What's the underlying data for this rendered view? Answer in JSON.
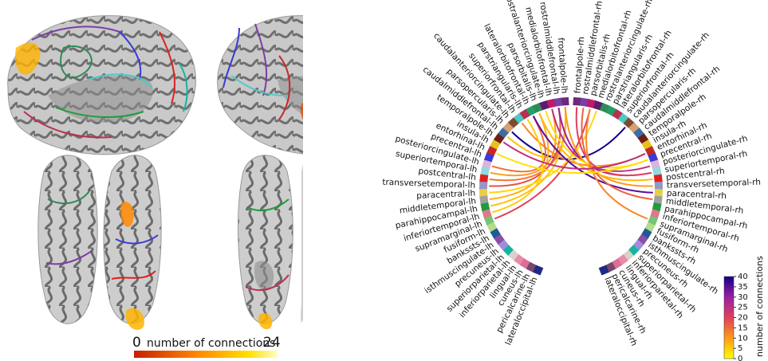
{
  "brain_colorbar": {
    "min_label": "0",
    "title": "number of connections",
    "max_label": "24"
  },
  "chord_colorbar": {
    "title": "number of connections",
    "ticks": [
      "0",
      "5",
      "10",
      "15",
      "20",
      "25",
      "30",
      "35",
      "40"
    ]
  },
  "regions_lh": [
    "frontalpole-lh",
    "rostralmiddlefrontal-lh",
    "medialorbitofrontal-lh",
    "rostralanteriorcingulate-lh",
    "parsorbitalis-lh",
    "lateralorbitofrontal-lh",
    "parstriangularis-lh",
    "superiorfrontal-lh",
    "caudalanteriorcingulate-lh",
    "parsopercularis-lh",
    "caudalmiddlefrontal-lh",
    "temporalpole-lh",
    "insula-lh",
    "entorhinal-lh",
    "precentral-lh",
    "posteriorcingulate-lh",
    "superiortemporal-lh",
    "postcentral-lh",
    "transversetemporal-lh",
    "paracentral-lh",
    "middletemporal-lh",
    "parahippocampal-lh",
    "inferiortemporal-lh",
    "supramarginal-lh",
    "fusiform-lh",
    "bankssts-lh",
    "isthmuscingulate-lh",
    "precuneus-lh",
    "superiorparietal-lh",
    "inferiorparietal-lh",
    "lingual-lh",
    "cuneus-lh",
    "pericalcarine-lh",
    "lateraloccipital-lh"
  ],
  "regions_rh": [
    "frontalpole-rh",
    "rostralmiddlefrontal-rh",
    "parsorbitalis-rh",
    "medialorbitofrontal-rh",
    "rostralanteriorcingulate-rh",
    "parstriangularis-rh",
    "lateralorbitofrontal-rh",
    "superiorfrontal-rh",
    "caudalanteriorcingulate-rh",
    "parsopercularis-rh",
    "caudalmiddlefrontal-rh",
    "temporalpole-rh",
    "insula-rh",
    "entorhinal-rh",
    "precentral-rh",
    "posteriorcingulate-rh",
    "superiortemporal-rh",
    "postcentral-rh",
    "transversetemporal-rh",
    "paracentral-rh",
    "middletemporal-rh",
    "parahippocampal-rh",
    "inferiortemporal-rh",
    "supramarginal-rh",
    "fusiform-rh",
    "bankssts-rh",
    "isthmuscingulate-rh",
    "precuneus-rh",
    "superiorparietal-rh",
    "inferiorparietal-rh",
    "lingual-rh",
    "cuneus-rh",
    "pericalcarine-rh",
    "lateraloccipital-rh"
  ],
  "region_colors": [
    "#6b2a7a",
    "#7a3fa5",
    "#c0186a",
    "#5a1e6e",
    "#2e8b57",
    "#22a06a",
    "#b8304e",
    "#4dc9c6",
    "#7d4b32",
    "#d6a06f",
    "#3a6ea5",
    "#6d1f16",
    "#e6c21f",
    "#c62828",
    "#3b3bd6",
    "#dcb4dc",
    "#8cdcdc",
    "#e02020",
    "#9696c8",
    "#e6ce46",
    "#a0a0a0",
    "#1e9c3c",
    "#dc7a8c",
    "#76c478",
    "#b4dc8c",
    "#1e5a96",
    "#8c4ea6",
    "#a08cdc",
    "#14b4a0",
    "#ddd0c8",
    "#e68ca8",
    "#dc6e94",
    "#78466e",
    "#1e2a86"
  ],
  "connections": [
    {
      "from": "caudalmiddlefrontal-lh",
      "to": "frontalpole-lh",
      "count": 6
    },
    {
      "from": "parsopercularis-lh",
      "to": "caudalanteriorcingulate-rh",
      "count": 40
    },
    {
      "from": "superiorfrontal-lh",
      "to": "entorhinal-rh",
      "count": 12
    },
    {
      "from": "posteriorcingulate-lh",
      "to": "lateralorbitofrontal-lh",
      "count": 15
    },
    {
      "from": "superiortemporal-lh",
      "to": "medialorbitofrontal-lh",
      "count": 10
    },
    {
      "from": "postcentral-lh",
      "to": "frontalpole-lh",
      "count": 14
    },
    {
      "from": "transversetemporal-lh",
      "to": "rostralmiddlefrontal-lh",
      "count": 18
    },
    {
      "from": "middletemporal-lh",
      "to": "parsorbitalis-lh",
      "count": 8
    },
    {
      "from": "inferiortemporal-lh",
      "to": "parstriangularis-lh",
      "count": 5
    },
    {
      "from": "supramarginal-lh",
      "to": "parsorbitalis-rh",
      "count": 20
    },
    {
      "from": "paracentral-lh",
      "to": "medialorbitofrontal-rh",
      "count": 4
    },
    {
      "from": "parahippocampal-lh",
      "to": "frontalpole-lh",
      "count": 6
    },
    {
      "from": "rostralmiddlefrontal-lh",
      "to": "superiortemporal-rh",
      "count": 30
    },
    {
      "from": "lateralorbitofrontal-lh",
      "to": "paracentral-rh",
      "count": 35
    },
    {
      "from": "medialorbitofrontal-lh",
      "to": "posteriorcingulate-rh",
      "count": 25
    },
    {
      "from": "frontalpole-lh",
      "to": "transversetemporal-rh",
      "count": 10
    },
    {
      "from": "rostralanteriorcingulate-lh",
      "to": "precentral-rh",
      "count": 3
    },
    {
      "from": "parsorbitalis-lh",
      "to": "postcentral-rh",
      "count": 7
    },
    {
      "from": "frontalpole-rh",
      "to": "superiortemporal-rh",
      "count": 20
    },
    {
      "from": "rostralmiddlefrontal-rh",
      "to": "middletemporal-rh",
      "count": 16
    },
    {
      "from": "parsorbitalis-rh",
      "to": "supramarginal-rh",
      "count": 12
    },
    {
      "from": "temporalpole-lh",
      "to": "entorhinal-rh",
      "count": 25
    },
    {
      "from": "entorhinal-lh",
      "to": "precentral-rh",
      "count": 3
    }
  ]
}
